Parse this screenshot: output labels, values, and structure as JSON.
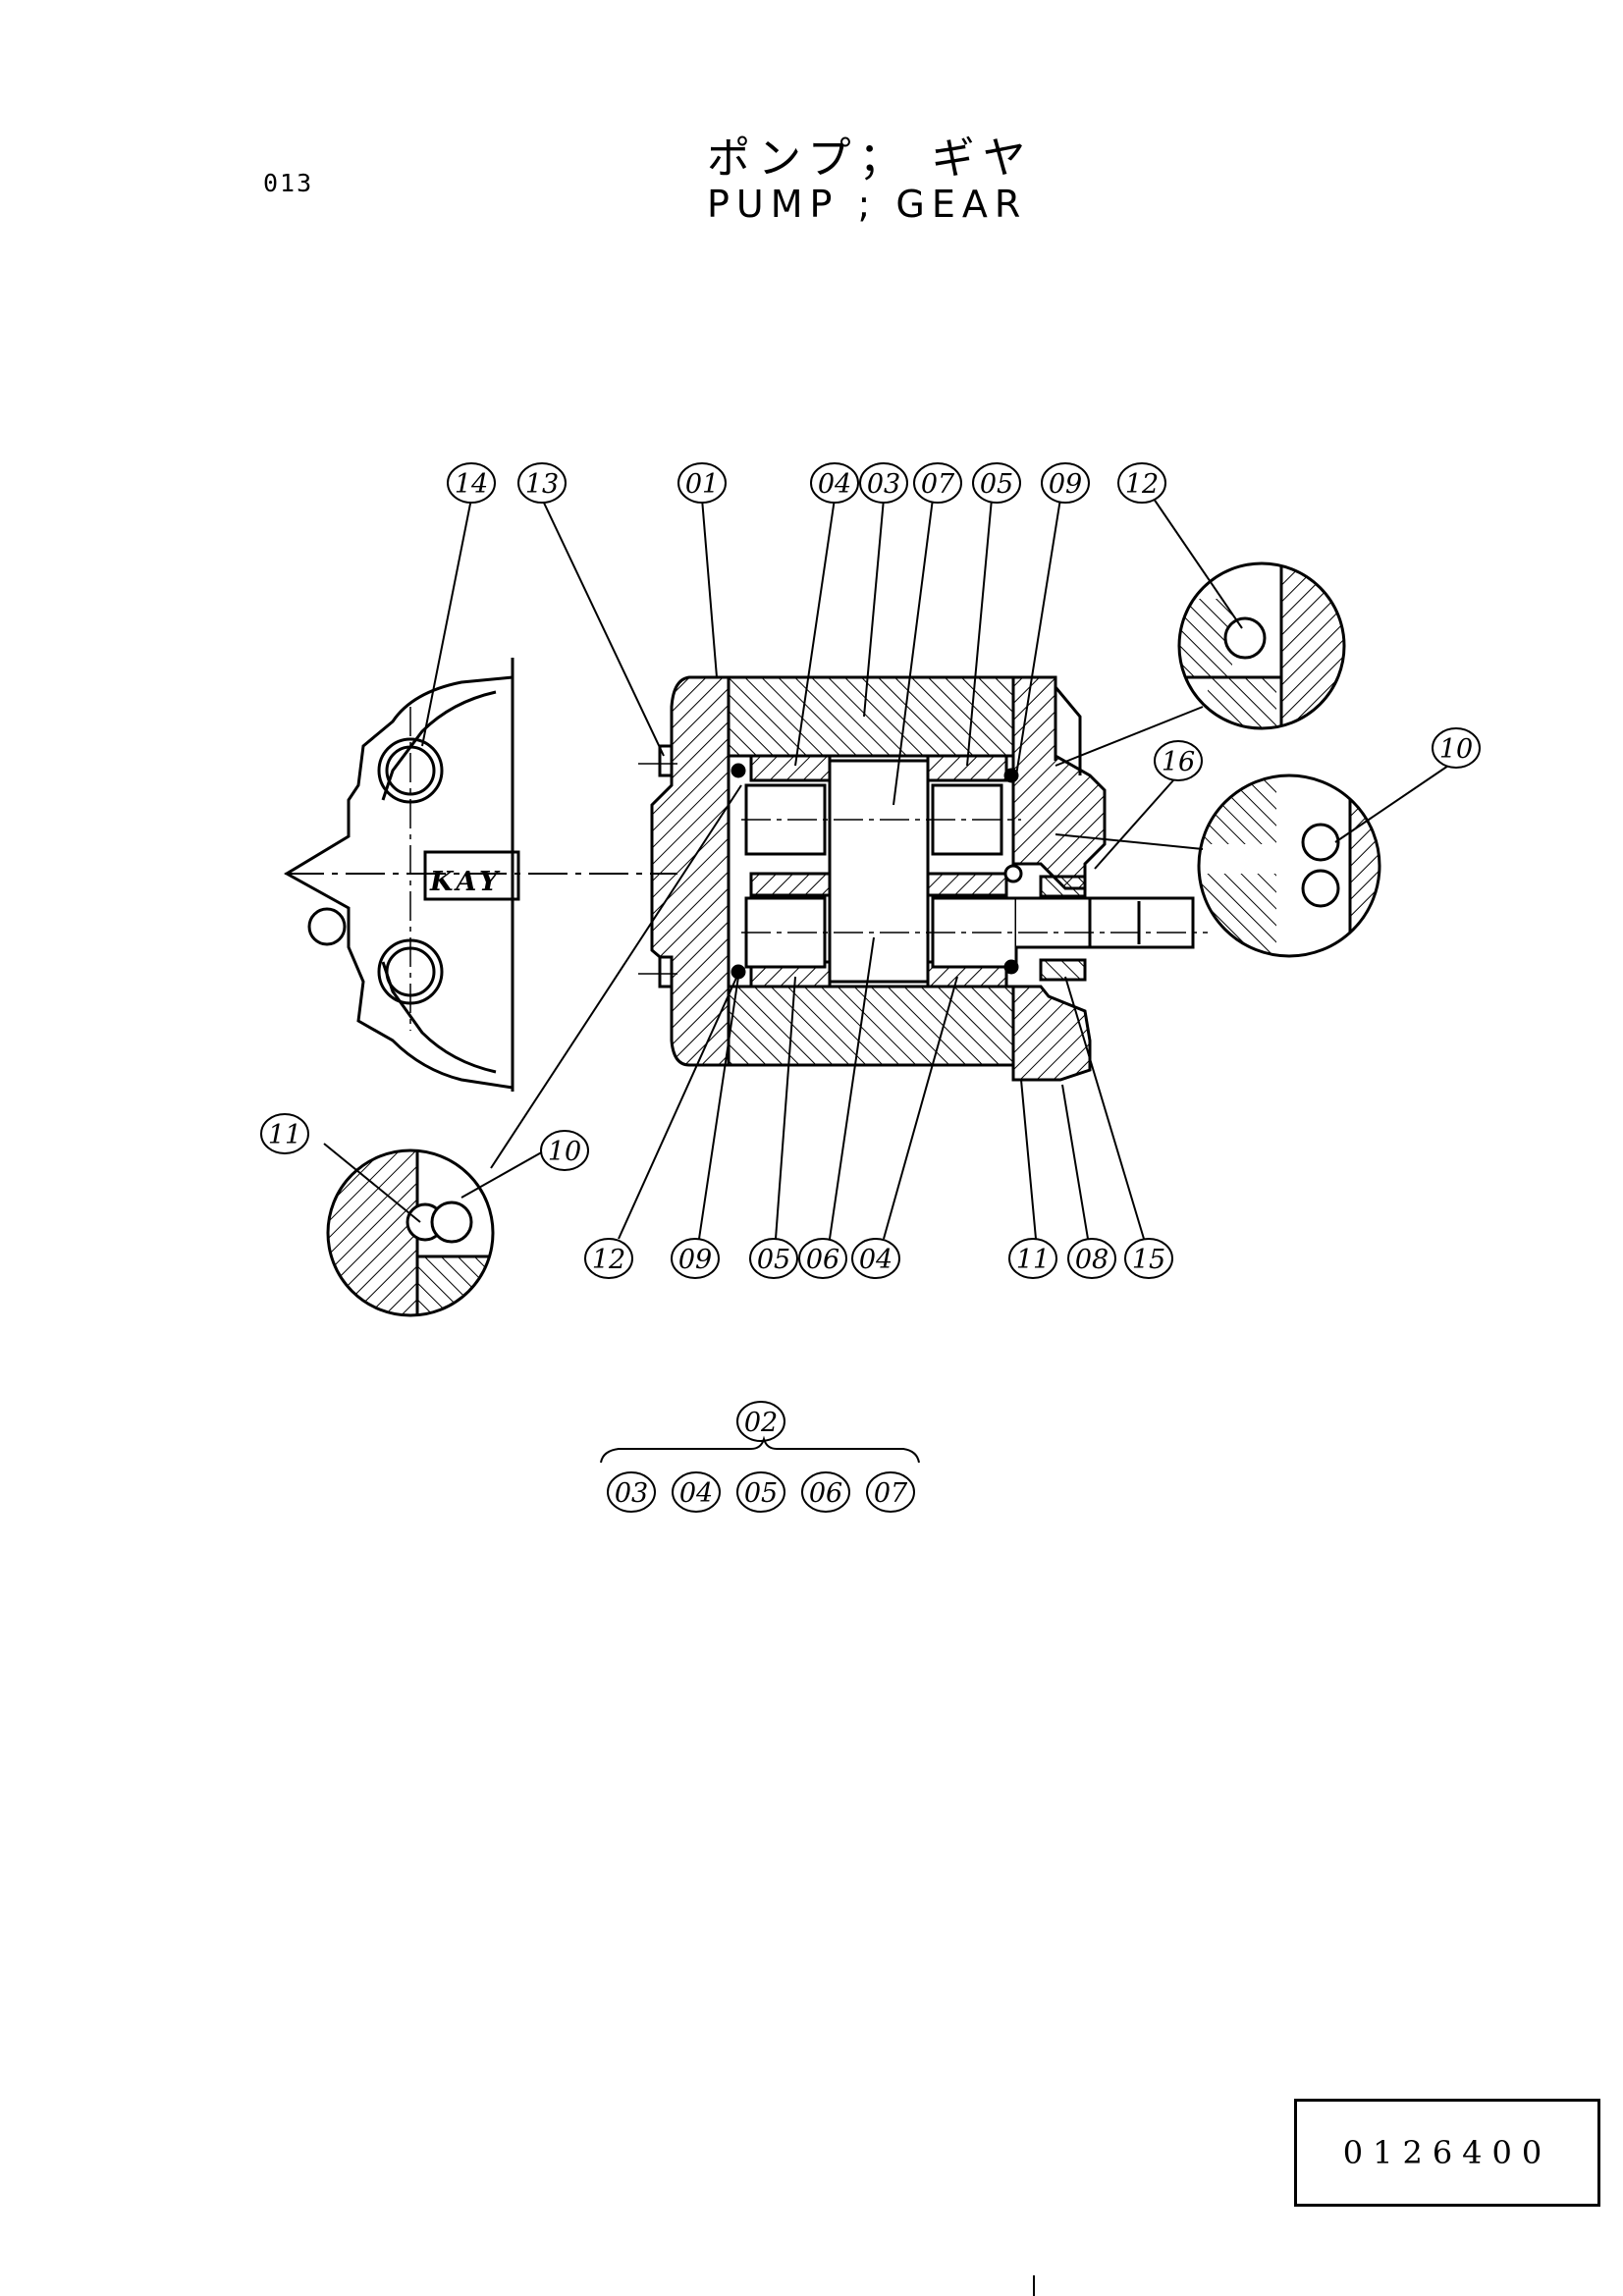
{
  "header": {
    "page_code": "013",
    "title_jp": "ポンプ； ギヤ",
    "title_en": "PUMP ; GEAR"
  },
  "logo_text": "KAY",
  "callouts": {
    "c14": "14",
    "c13": "13",
    "c01": "01",
    "c04t": "04",
    "c03t": "03",
    "c07t": "07",
    "c05t": "05",
    "c09t": "09",
    "c12t": "12",
    "c10r": "10",
    "c16": "16",
    "c11l": "11",
    "c10l": "10",
    "c12b": "12",
    "c09b": "09",
    "c05b": "05",
    "c06b": "06",
    "c04b": "04",
    "c11b": "11",
    "c08b": "08",
    "c15b": "15"
  },
  "kit": {
    "assembly": "02",
    "parts": [
      "03",
      "04",
      "05",
      "06",
      "07"
    ]
  },
  "document_number": "0126400"
}
